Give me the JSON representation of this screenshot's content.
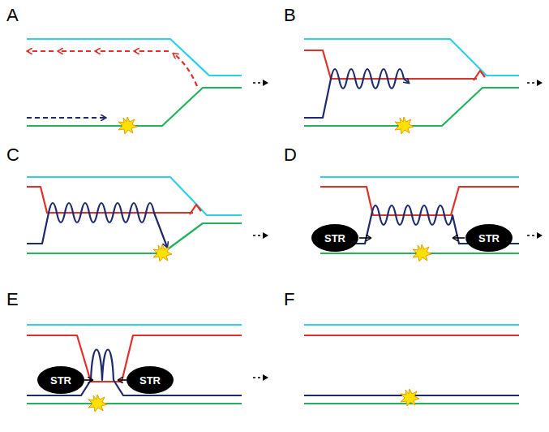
{
  "diagram": {
    "nodes": [
      {
        "text": [
          "STR"
        ]
      },
      {
        "text": [
          "STR"
        ]
      },
      {
        "text": [
          "STR"
        ]
      },
      {
        "text": [
          "STR"
        ]
      }
    ],
    "labels": [
      "A",
      "B",
      "C",
      "D",
      "E",
      "F"
    ]
  }
}
